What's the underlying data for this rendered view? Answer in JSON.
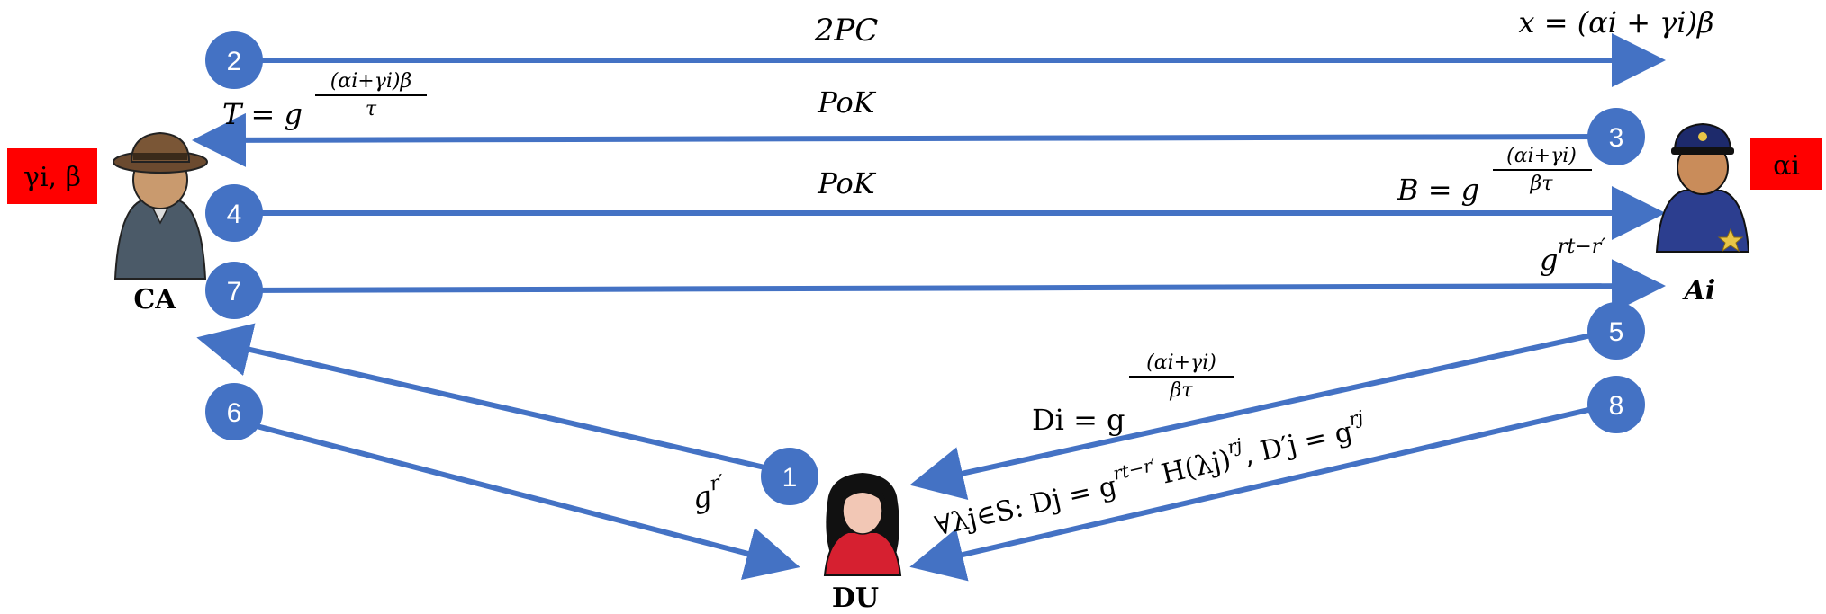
{
  "colors": {
    "arrow": "#4472C4",
    "step_circle": "#4472C4",
    "key_box": "#FF0000",
    "text": "#000000"
  },
  "actors": {
    "ca": {
      "name": "CA",
      "icon": "detective-icon",
      "secret": "γi, β"
    },
    "ai": {
      "name": "Ai",
      "icon": "police-officer-icon",
      "secret": "αi"
    },
    "du": {
      "name": "DU",
      "icon": "woman-user-icon"
    }
  },
  "steps": [
    "1",
    "2",
    "3",
    "4",
    "5",
    "6",
    "7",
    "8"
  ],
  "labels": {
    "twopc": "2PC",
    "x_expr": "x = (αi + γi)β",
    "pok_3": "PoK",
    "t_base": "T = g",
    "t_exp_num": "(αi+γi)β",
    "t_exp_den": "τ",
    "pok_4": "PoK",
    "b_base": "B = g",
    "b_exp_num": "(αi+γi)",
    "b_exp_den": "βτ",
    "g7_base": "g",
    "g7_exp": "rt−r′",
    "di_base": "Di = g",
    "di_exp_num": "(αi+γi)",
    "di_exp_den": "βτ",
    "g1_base": "g",
    "g1_exp": "r′",
    "dj_prefix": "∀λj∈S: Dj = g",
    "dj_exp1": "rt−r′",
    "dj_mid": "H(λj)",
    "dj_exp2": "rj",
    "dj_prime": ", D′j = g",
    "dj_exp3": "rj"
  }
}
